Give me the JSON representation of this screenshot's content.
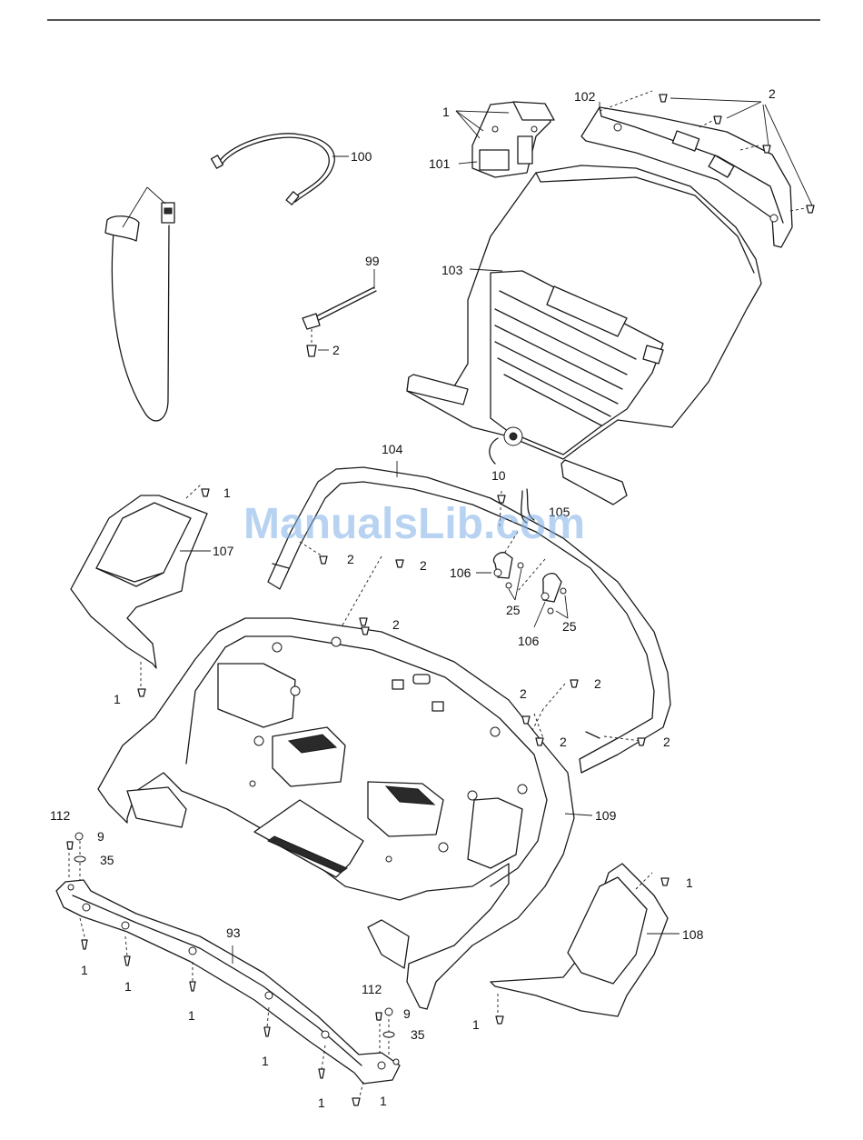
{
  "watermark": "ManualsLib.com",
  "colors": {
    "line": "#1a1a1a",
    "watermark": "#7fb0e6",
    "background": "#ffffff"
  },
  "callouts": {
    "c1_a": "1",
    "c1_b": "1",
    "c1_c": "1",
    "c1_d": "1",
    "c1_e": "1",
    "c1_f": "1",
    "c1_g": "1",
    "c1_h": "1",
    "c1_i": "1",
    "c1_j": "1",
    "c1_k": "1",
    "c2_a": "2",
    "c2_b": "2",
    "c2_c": "2",
    "c2_d": "2",
    "c2_e": "2",
    "c2_f": "2",
    "c2_g": "2",
    "c2_h": "2",
    "c2_i": "2",
    "c9_a": "9",
    "c9_b": "9",
    "c10": "10",
    "c25_a": "25",
    "c25_b": "25",
    "c35_a": "35",
    "c35_b": "35",
    "c93": "93",
    "c99": "99",
    "c100": "100",
    "c101": "101",
    "c102": "102",
    "c103": "103",
    "c104": "104",
    "c105": "105",
    "c106_a": "106",
    "c106_b": "106",
    "c107": "107",
    "c108": "108",
    "c109": "109",
    "c112_a": "112",
    "c112_b": "112"
  }
}
